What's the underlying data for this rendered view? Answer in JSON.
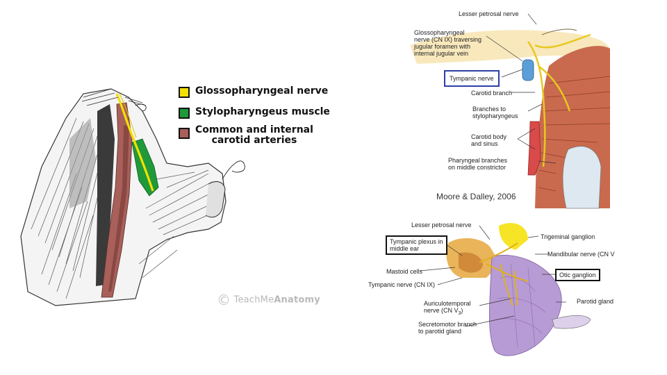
{
  "legend": {
    "items": [
      {
        "label": "Glossopharyngeal nerve",
        "color": "#f4e000"
      },
      {
        "label": "Stylopharyngeus muscle",
        "color": "#1f9a3a"
      },
      {
        "label_line1": "Common and internal",
        "label_line2": "carotid arteries",
        "color": "#a9605a"
      }
    ]
  },
  "left_figure": {
    "watermark_a": "TeachMe",
    "watermark_b": "Anatomy",
    "watermark_symbol": "©"
  },
  "top_right_figure": {
    "labels": {
      "lesser_petrosal": "Lesser petrosal nerve",
      "glosso_1": "Glossopharyngeal",
      "glosso_2": "nerve (CN IX) traversing",
      "glosso_3": "jugular foramen with",
      "glosso_4": "internal jugular vein",
      "tympanic": "Tympanic nerve",
      "carotid_branch": "Carotid branch",
      "branches_1": "Branches to",
      "branches_2": "stylopharyngeus",
      "carotid_body_1": "Carotid body",
      "carotid_body_2": "and sinus",
      "pharyngeal_1": "Pharyngeal branches",
      "pharyngeal_2": "on middle constrictor"
    },
    "credit": "Moore & Dalley, 2006"
  },
  "bottom_right_figure": {
    "labels": {
      "lesser_petrosal": "Lesser petrosal nerve",
      "trigeminal": "Trigeminal ganglion",
      "tympanic_plexus_1": "Tympanic plexus in",
      "tympanic_plexus_2": "middle ear",
      "mandibular": "Mandibular nerve (CN V",
      "mastoid": "Mastoid cells",
      "otic": "Otic ganglion",
      "tympanic_nerve": "Tympanic nerve (CN IX)",
      "auriculo_1": "Auriculotemporal",
      "auriculo_2": "nerve (CN V",
      "auriculo_sub": "3",
      "auriculo_3": ")",
      "parotid": "Parotid gland",
      "secreto_1": "Secretomotor branch",
      "secreto_2": "to parotid gland"
    }
  }
}
